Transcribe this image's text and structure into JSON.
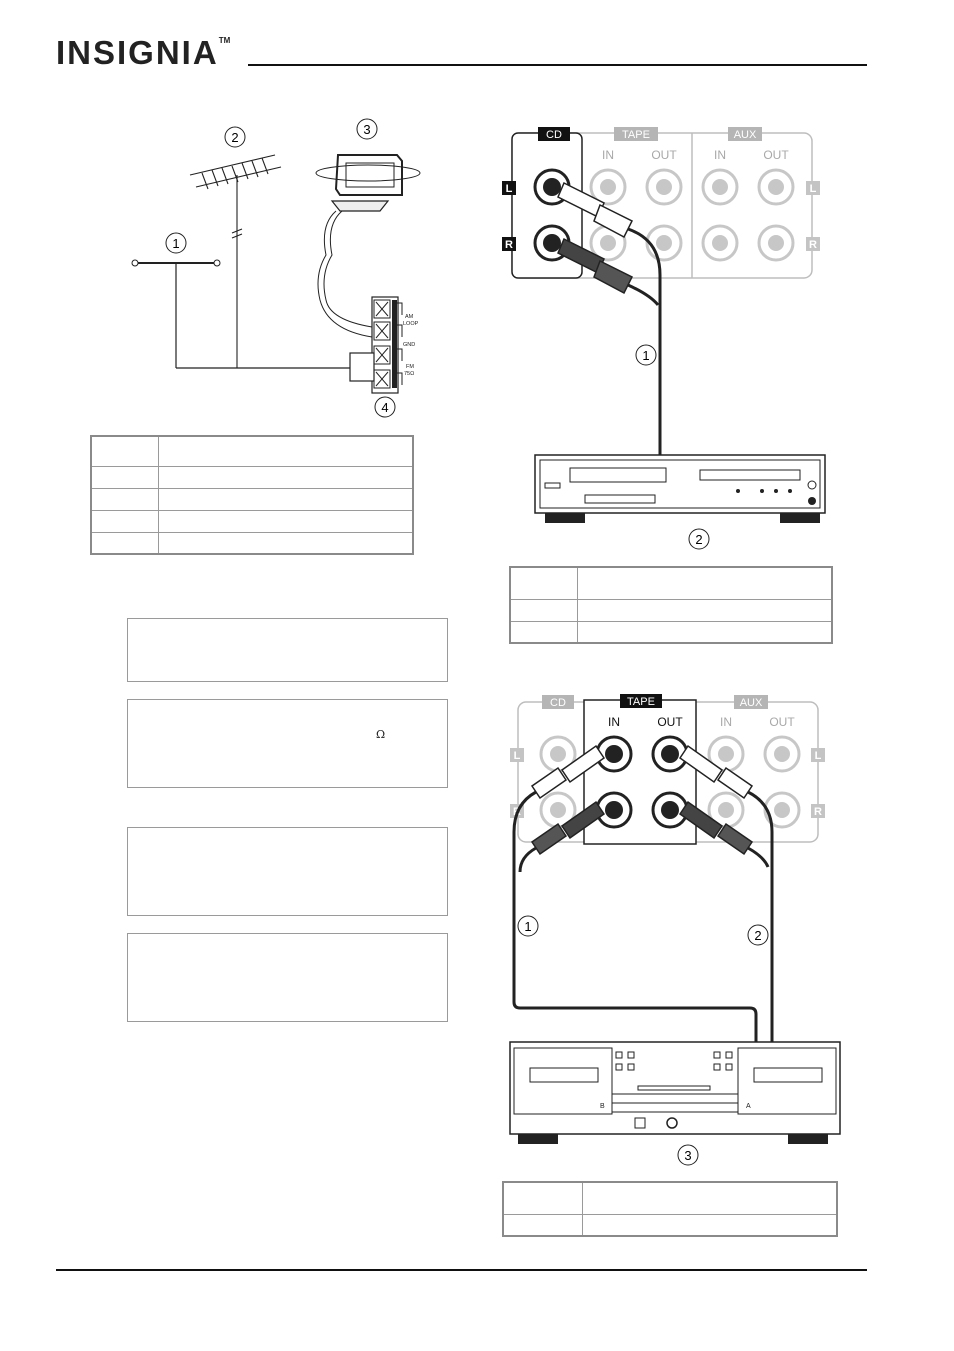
{
  "header": {
    "brand": "INSIGNIA",
    "trademark": "TM"
  },
  "antenna_diagram": {
    "callouts": [
      "1",
      "2",
      "3",
      "4"
    ],
    "terminal_labels": [
      "AM",
      "LOOP",
      "GND",
      "FM",
      "75Ω"
    ]
  },
  "antenna_table": {
    "rows": 5,
    "cols": 2
  },
  "notes": {
    "ohm_symbol": "Ω"
  },
  "cd_diagram": {
    "groups": [
      "CD",
      "TAPE",
      "AUX"
    ],
    "jack_labels": [
      "IN",
      "OUT",
      "IN",
      "OUT"
    ],
    "channels": [
      "L",
      "R"
    ],
    "callouts": [
      "1",
      "2"
    ]
  },
  "cd_table": {
    "rows": 3,
    "cols": 2
  },
  "tape_diagram": {
    "groups": [
      "CD",
      "TAPE",
      "AUX"
    ],
    "jack_labels": [
      "IN",
      "OUT",
      "IN",
      "OUT"
    ],
    "channels": [
      "L",
      "R"
    ],
    "callouts": [
      "1",
      "2",
      "3"
    ],
    "deck_labels": [
      "B",
      "A"
    ]
  },
  "tape_table": {
    "rows": 2,
    "cols": 2
  },
  "colors": {
    "rule": "#111111",
    "inactive_label": "#a8a8a8",
    "active_label": "#111111"
  }
}
